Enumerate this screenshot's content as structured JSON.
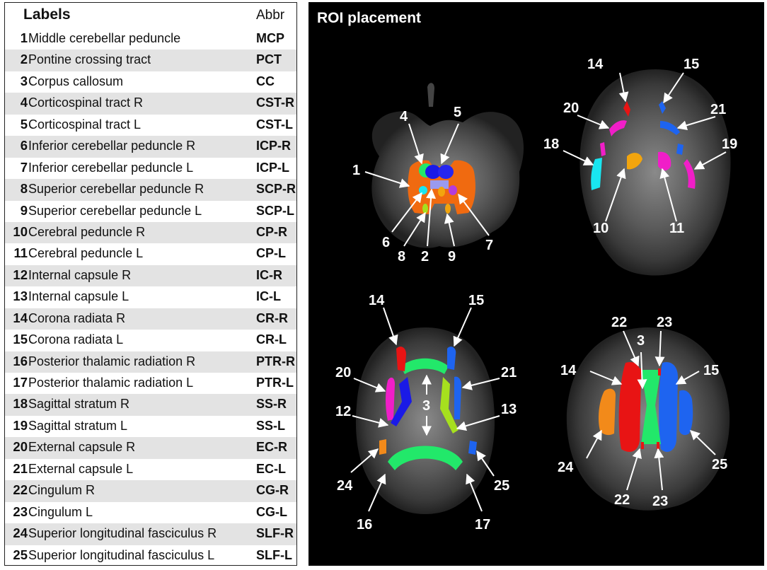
{
  "table": {
    "header_labels": "Labels",
    "header_abbr": "Abbr",
    "rows": [
      {
        "num": "1",
        "name": "Middle cerebellar peduncle",
        "abbr": "MCP"
      },
      {
        "num": "2",
        "name": "Pontine crossing tract",
        "abbr": "PCT"
      },
      {
        "num": "3",
        "name": "Corpus callosum",
        "abbr": "CC"
      },
      {
        "num": "4",
        "name": "Corticospinal tract R",
        "abbr": "CST-R"
      },
      {
        "num": "5",
        "name": "Corticospinal tract L",
        "abbr": "CST-L"
      },
      {
        "num": "6",
        "name": "Inferior cerebellar peduncle R",
        "abbr": "ICP-R"
      },
      {
        "num": "7",
        "name": "Inferior cerebellar peduncle L",
        "abbr": "ICP-L"
      },
      {
        "num": "8",
        "name": "Superior cerebellar peduncle R",
        "abbr": "SCP-R"
      },
      {
        "num": "9",
        "name": "Superior cerebellar peduncle L",
        "abbr": "SCP-L"
      },
      {
        "num": "10",
        "name": "Cerebral peduncle R",
        "abbr": "CP-R"
      },
      {
        "num": "11",
        "name": "Cerebral peduncle L",
        "abbr": "CP-L"
      },
      {
        "num": "12",
        "name": "Internal capsule R",
        "abbr": "IC-R"
      },
      {
        "num": "13",
        "name": "Internal capsule L",
        "abbr": "IC-L"
      },
      {
        "num": "14",
        "name": "Corona radiata R",
        "abbr": "CR-R"
      },
      {
        "num": "15",
        "name": "Corona radiata L",
        "abbr": "CR-L"
      },
      {
        "num": "16",
        "name": "Posterior thalamic radiation R",
        "abbr": "PTR-R"
      },
      {
        "num": "17",
        "name": "Posterior thalamic radiation L",
        "abbr": "PTR-L"
      },
      {
        "num": "18",
        "name": "Sagittal stratum R",
        "abbr": "SS-R"
      },
      {
        "num": "19",
        "name": "Sagittal stratum L",
        "abbr": "SS-L"
      },
      {
        "num": "20",
        "name": "External capsule R",
        "abbr": "EC-R"
      },
      {
        "num": "21",
        "name": "External capsule L",
        "abbr": "EC-L"
      },
      {
        "num": "22",
        "name": "Cingulum R",
        "abbr": "CG-R"
      },
      {
        "num": "23",
        "name": "Cingulum L",
        "abbr": "CG-L"
      },
      {
        "num": "24",
        "name": "Superior longitudinal fasciculus R",
        "abbr": "SLF-R"
      },
      {
        "num": "25",
        "name": "Superior longitudinal fasciculus L",
        "abbr": "SLF-L"
      }
    ]
  },
  "roi_panel": {
    "title": "ROI placement",
    "slice1_labels": [
      "4",
      "5",
      "1",
      "6",
      "8",
      "2",
      "9",
      "7"
    ],
    "slice2_labels": [
      "14",
      "15",
      "20",
      "21",
      "18",
      "19",
      "10",
      "11"
    ],
    "slice3_labels": [
      "14",
      "15",
      "20",
      "21",
      "12",
      "13",
      "3",
      "24",
      "25",
      "16",
      "17"
    ],
    "slice4_labels": [
      "22",
      "23",
      "3",
      "14",
      "15",
      "24",
      "25",
      "22",
      "23"
    ]
  },
  "colors": {
    "panel_bg": "#000000",
    "row_shade": "#e3e3e3",
    "mcp_orange": "#f06a10",
    "cst_blue": "#1a1ae6",
    "green": "#22e86a",
    "lime": "#a6e01e",
    "red": "#e81414",
    "royal_blue": "#1e64f0",
    "magenta": "#f01ec8",
    "cyan": "#19e6f0",
    "yellow_orange": "#f2a50e",
    "purple": "#b43cdc",
    "orange": "#f28a1a"
  }
}
